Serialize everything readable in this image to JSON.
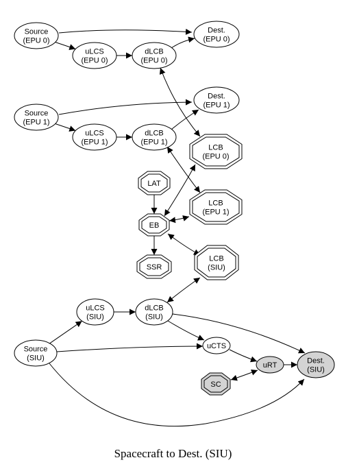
{
  "caption": "Spacecraft to Dest. (SIU)",
  "nodes": [
    {
      "id": "src_epu0",
      "shape": "ellipse",
      "lines": [
        "Source",
        "(EPU 0)"
      ]
    },
    {
      "id": "ulcs_epu0",
      "shape": "ellipse",
      "lines": [
        "uLCS",
        "(EPU 0)"
      ]
    },
    {
      "id": "dlcb_epu0",
      "shape": "ellipse",
      "lines": [
        "dLCB",
        "(EPU 0)"
      ]
    },
    {
      "id": "dest_epu0",
      "shape": "ellipse",
      "lines": [
        "Dest.",
        "(EPU 0)"
      ]
    },
    {
      "id": "src_epu1",
      "shape": "ellipse",
      "lines": [
        "Source",
        "(EPU 1)"
      ]
    },
    {
      "id": "ulcs_epu1",
      "shape": "ellipse",
      "lines": [
        "uLCS",
        "(EPU 1)"
      ]
    },
    {
      "id": "dlcb_epu1",
      "shape": "ellipse",
      "lines": [
        "dLCB",
        "(EPU 1)"
      ]
    },
    {
      "id": "dest_epu1",
      "shape": "ellipse",
      "lines": [
        "Dest.",
        "(EPU 1)"
      ]
    },
    {
      "id": "lcb_epu0",
      "shape": "doubleoctagon",
      "lines": [
        "LCB",
        "(EPU 0)"
      ]
    },
    {
      "id": "lat",
      "shape": "doubleoctagon",
      "lines": [
        "LAT"
      ]
    },
    {
      "id": "lcb_epu1",
      "shape": "doubleoctagon",
      "lines": [
        "LCB",
        "(EPU 1)"
      ]
    },
    {
      "id": "eb",
      "shape": "doubleoctagon",
      "lines": [
        "EB"
      ]
    },
    {
      "id": "ssr",
      "shape": "doubleoctagon",
      "lines": [
        "SSR"
      ]
    },
    {
      "id": "lcb_siu",
      "shape": "doubleoctagon",
      "lines": [
        "LCB",
        "(SIU)"
      ]
    },
    {
      "id": "ulcs_siu",
      "shape": "ellipse",
      "lines": [
        "uLCS",
        "(SIU)"
      ]
    },
    {
      "id": "dlcb_siu",
      "shape": "ellipse",
      "lines": [
        "dLCB",
        "(SIU)"
      ]
    },
    {
      "id": "src_siu",
      "shape": "ellipse",
      "lines": [
        "Source",
        "(SIU)"
      ]
    },
    {
      "id": "ucts",
      "shape": "ellipse",
      "lines": [
        "uCTS"
      ]
    },
    {
      "id": "urt",
      "shape": "ellipse",
      "lines": [
        "uRT"
      ],
      "fill": "#d3d3d3"
    },
    {
      "id": "sc",
      "shape": "doubleoctagon",
      "lines": [
        "SC"
      ],
      "fill": "#d3d3d3"
    },
    {
      "id": "dest_siu",
      "shape": "ellipse",
      "lines": [
        "Dest.",
        "(SIU)"
      ],
      "fill": "#d3d3d3"
    }
  ],
  "edges": [
    {
      "from": "src_epu0",
      "to": "dest_epu0",
      "dir": "forward"
    },
    {
      "from": "src_epu0",
      "to": "ulcs_epu0",
      "dir": "forward"
    },
    {
      "from": "ulcs_epu0",
      "to": "dlcb_epu0",
      "dir": "forward"
    },
    {
      "from": "dlcb_epu0",
      "to": "dest_epu0",
      "dir": "forward"
    },
    {
      "from": "dlcb_epu0",
      "to": "lcb_epu0",
      "dir": "both"
    },
    {
      "from": "src_epu1",
      "to": "dest_epu1",
      "dir": "forward"
    },
    {
      "from": "src_epu1",
      "to": "ulcs_epu1",
      "dir": "forward"
    },
    {
      "from": "ulcs_epu1",
      "to": "dlcb_epu1",
      "dir": "forward"
    },
    {
      "from": "dlcb_epu1",
      "to": "dest_epu1",
      "dir": "forward"
    },
    {
      "from": "dlcb_epu1",
      "to": "lcb_epu1",
      "dir": "both"
    },
    {
      "from": "lat",
      "to": "eb",
      "dir": "forward"
    },
    {
      "from": "eb",
      "to": "lcb_epu0",
      "dir": "both"
    },
    {
      "from": "eb",
      "to": "lcb_epu1",
      "dir": "both"
    },
    {
      "from": "eb",
      "to": "ssr",
      "dir": "forward"
    },
    {
      "from": "eb",
      "to": "lcb_siu",
      "dir": "both"
    },
    {
      "from": "dlcb_siu",
      "to": "lcb_siu",
      "dir": "both"
    },
    {
      "from": "ulcs_siu",
      "to": "dlcb_siu",
      "dir": "forward"
    },
    {
      "from": "src_siu",
      "to": "ulcs_siu",
      "dir": "forward"
    },
    {
      "from": "src_siu",
      "to": "ucts",
      "dir": "forward"
    },
    {
      "from": "dlcb_siu",
      "to": "ucts",
      "dir": "forward"
    },
    {
      "from": "dlcb_siu",
      "to": "dest_siu",
      "dir": "forward"
    },
    {
      "from": "ucts",
      "to": "urt",
      "dir": "forward"
    },
    {
      "from": "urt",
      "to": "dest_siu",
      "dir": "forward"
    },
    {
      "from": "sc",
      "to": "urt",
      "dir": "both"
    },
    {
      "from": "src_siu",
      "to": "dest_siu",
      "dir": "forward"
    }
  ]
}
